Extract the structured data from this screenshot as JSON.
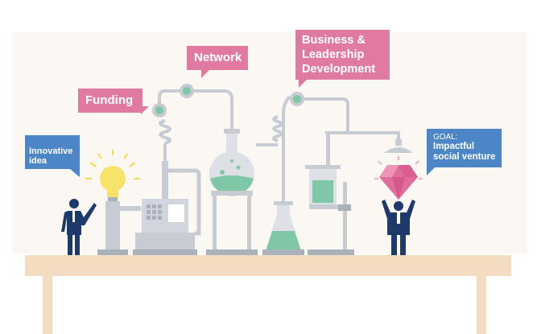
{
  "bubbles": {
    "funding": "Funding",
    "network": "Network",
    "business": "Business & Leadership Development",
    "innovative": "Innovative idea",
    "goal_label": "GOAL:",
    "goal_text": "Impactful social venture"
  },
  "colors": {
    "pink_bubble": "#e07aa1",
    "blue_bubble": "#4c86c6",
    "apparatus": "#c7ccd3",
    "apparatus_dark": "#aab1ba",
    "node": "#7fc7a6",
    "liquid": "#7fc7a6",
    "table": "#f4dcc0",
    "figure": "#1e3a6b",
    "bulb": "#f7e26b",
    "gem": "#e06d9b"
  },
  "icons": [
    "person-icon",
    "light-bulb-icon",
    "gem-icon",
    "shower-head-icon"
  ]
}
